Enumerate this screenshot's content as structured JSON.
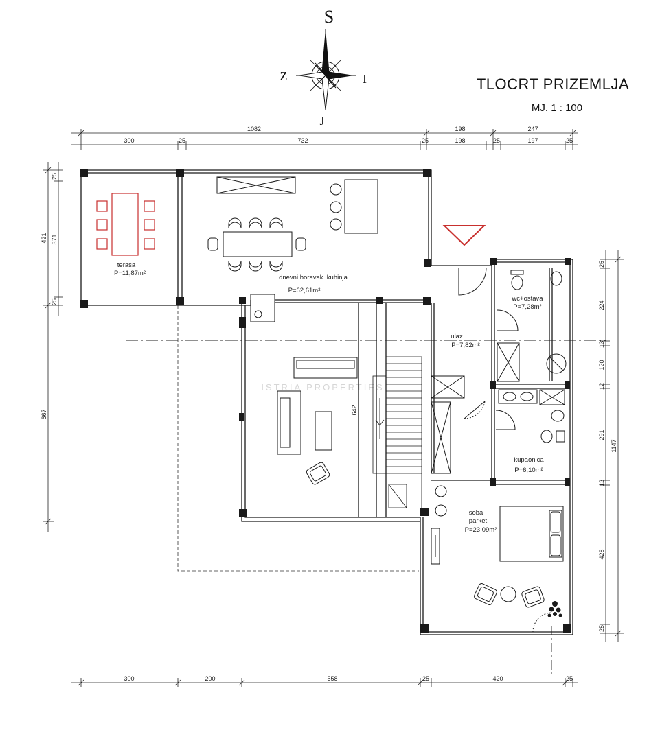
{
  "title": "TLOCRT PRIZEMLJA",
  "scale": "MJ. 1 : 100",
  "compass": {
    "north": "S",
    "south": "J",
    "west": "Z",
    "east": "I"
  },
  "watermark": "ISTRIA PROPERTIES",
  "rooms": {
    "terrace": {
      "name": "terasa",
      "area": "P=11,87m²"
    },
    "living": {
      "name": "dnevni boravak ,kuhinja",
      "area": "P=62,61m²"
    },
    "entry": {
      "name": "ulaz",
      "area": "P=7,82m²"
    },
    "wc": {
      "name": "wc+ostava",
      "area": "P=7,28m²"
    },
    "bath": {
      "name": "kupaonica",
      "area": "P=6,10m²"
    },
    "bedroom": {
      "name": "soba",
      "floor": "parket",
      "area": "P=23,09m²"
    }
  },
  "dims": {
    "top_overall": [
      "1082",
      "198",
      "247"
    ],
    "top_detail": [
      "300",
      "25",
      "732",
      "25",
      "198",
      "25",
      "197",
      "25"
    ],
    "bottom": [
      "300",
      "200",
      "558",
      "25",
      "420",
      "25"
    ],
    "left_outer": [
      "421",
      "667"
    ],
    "left_inner": [
      "25",
      "371",
      "25"
    ],
    "right_inner": [
      "25",
      "224",
      "13",
      "120",
      "12",
      "291",
      "12",
      "428",
      "25"
    ],
    "right_outer": "1147",
    "stair": "642"
  },
  "colors": {
    "terrace_furniture": "#c8302e",
    "entry_marker": "#c8302e",
    "lines": "#1a1a1a"
  }
}
